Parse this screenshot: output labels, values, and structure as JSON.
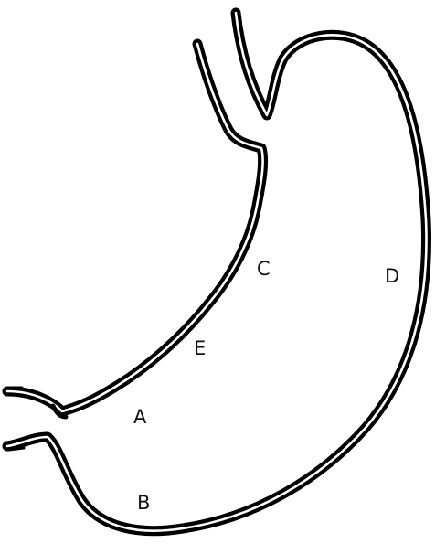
{
  "diagram": {
    "labels": {
      "a": "A",
      "b": "B",
      "c": "C",
      "d": "D",
      "e": "E"
    },
    "colors": {
      "line": "#000000",
      "background": "#ffffff"
    }
  }
}
